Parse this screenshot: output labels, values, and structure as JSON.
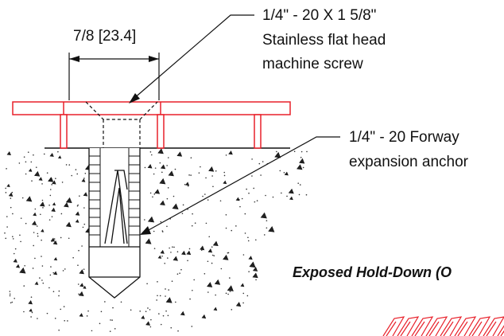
{
  "dimension": {
    "text": "7/8 [23.4]"
  },
  "callouts": {
    "screw": {
      "line1": "1/4\" - 20 X 1 5/8\"",
      "line2": "Stainless flat head",
      "line3": "machine screw"
    },
    "anchor": {
      "line1": "1/4\" - 20 Forway",
      "line2": "expansion anchor"
    }
  },
  "section_title": "Exposed Hold-Down (O",
  "colors": {
    "fixture": "#e8202a",
    "lines": "#111111",
    "background": "#ffffff"
  }
}
